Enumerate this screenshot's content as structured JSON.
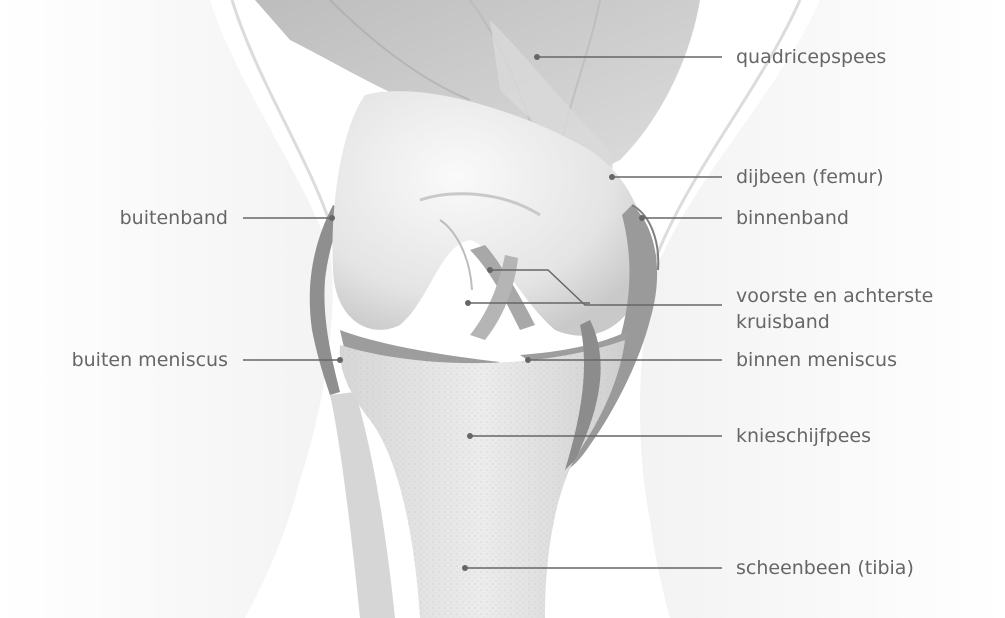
{
  "labels": {
    "quadricepspees": "quadricepspees",
    "dijbeen": "dijbeen (femur)",
    "binnenband": "binnenband",
    "kruisband_line1": "voorste en achterste",
    "kruisband_line2": "kruisband",
    "binnen_meniscus": "binnen meniscus",
    "knieschijfpees": "knieschijfpees",
    "scheenbeen": "scheenbeen (tibia)",
    "buitenband": "buitenband",
    "buiten_meniscus": "buiten meniscus"
  },
  "colors": {
    "label_text": "#666666",
    "leader_line": "#666666",
    "bone": "#e6e6e6",
    "muscle": "#cfcfcf",
    "ligament": "#8f8f8f"
  }
}
